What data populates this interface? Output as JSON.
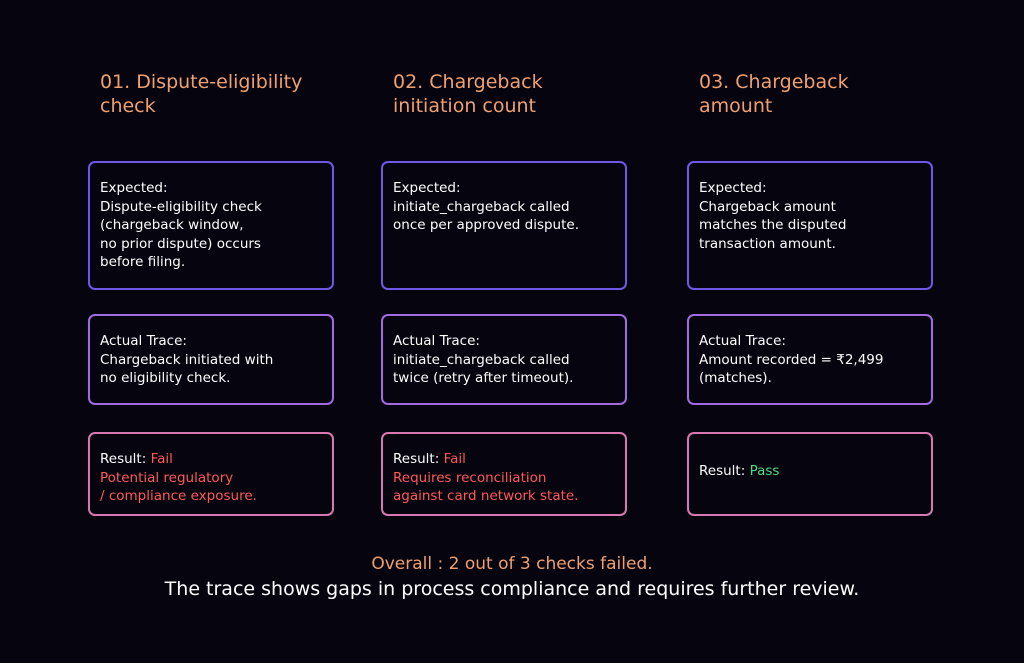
{
  "columns": [
    {
      "title": "01. Dispute-eligibility\ncheck",
      "expected_label": "Expected:",
      "expected_text": "Dispute-eligibility check\n(chargeback window,\nno prior dispute) occurs\nbefore filing.",
      "actual_label": "Actual Trace:",
      "actual_text": "Chargeback initiated with\nno eligibility check.",
      "result_label": "Result:",
      "result_value": "Fail",
      "result_desc": "Potential regulatory\n/ compliance exposure."
    },
    {
      "title": "02. Chargeback\ninitiation count",
      "expected_label": "Expected:",
      "expected_text": "initiate_chargeback called\nonce per approved dispute.",
      "actual_label": "Actual Trace:",
      "actual_text": "initiate_chargeback called\ntwice (retry after timeout).",
      "result_label": "Result:",
      "result_value": "Fail",
      "result_desc": "Requires reconciliation\nagainst card network state."
    },
    {
      "title": "03. Chargeback\namount",
      "expected_label": "Expected:",
      "expected_text": "Chargeback amount\nmatches the disputed\ntransaction amount.",
      "actual_label": "Actual Trace:",
      "actual_text": "Amount recorded = ₹2,499\n(matches).",
      "result_label": "Result:",
      "result_value": "Pass",
      "result_desc": ""
    }
  ],
  "overall": "Overall : 2 out of 3 checks failed.",
  "summary": "The trace shows gaps in process compliance and requires further review.",
  "colors": {
    "background": "#05040f",
    "title": "#f0a070",
    "fail": "#ff5a5a",
    "pass": "#4fdc86",
    "expected_border": "#6f58e8",
    "actual_border": "#a06be0",
    "result_border": "#d878b0"
  }
}
